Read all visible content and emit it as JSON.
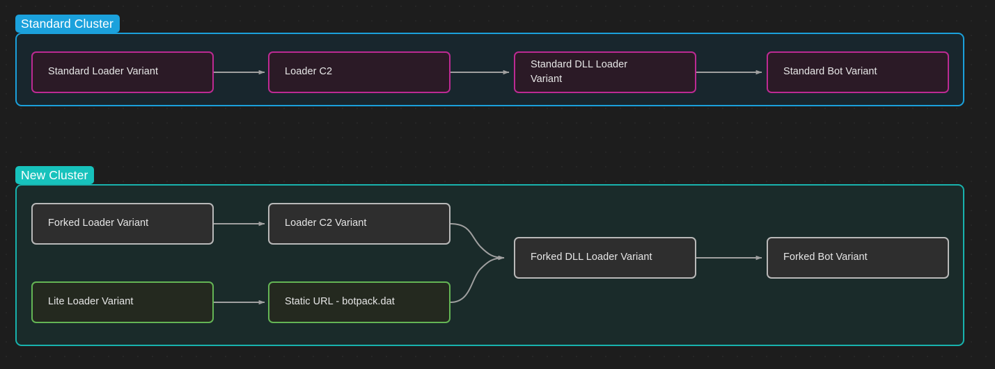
{
  "diagram": {
    "title": "Malware cluster relationship flow",
    "background_color": "#1d1d1d",
    "edge_color": "#a0a0a0"
  },
  "clusters": [
    {
      "id": "standard-cluster",
      "label": "Standard Cluster",
      "accent_color": "#1ba1dc",
      "fill_color": "#18262d"
    },
    {
      "id": "new-cluster",
      "label": "New Cluster",
      "accent_color": "#17c2bc",
      "fill_color": "#1a2b2a"
    }
  ],
  "nodes": [
    {
      "id": "standard-loader-variant",
      "label": "Standard Loader Variant",
      "style": "magenta",
      "cluster": "standard-cluster"
    },
    {
      "id": "loader-c2",
      "label": "Loader C2",
      "style": "magenta",
      "cluster": "standard-cluster"
    },
    {
      "id": "standard-dll-loader-variant",
      "label": "Standard DLL Loader Variant",
      "style": "magenta",
      "cluster": "standard-cluster"
    },
    {
      "id": "standard-bot-variant",
      "label": "Standard Bot Variant",
      "style": "magenta",
      "cluster": "standard-cluster"
    },
    {
      "id": "forked-loader-variant",
      "label": "Forked Loader Variant",
      "style": "grey",
      "cluster": "new-cluster"
    },
    {
      "id": "loader-c2-variant",
      "label": "Loader C2 Variant",
      "style": "grey",
      "cluster": "new-cluster"
    },
    {
      "id": "lite-loader-variant",
      "label": "Lite Loader Variant",
      "style": "green",
      "cluster": "new-cluster"
    },
    {
      "id": "static-url-botpack",
      "label": "Static URL - botpack.dat",
      "style": "green",
      "cluster": "new-cluster"
    },
    {
      "id": "forked-dll-loader-variant",
      "label": "Forked DLL Loader Variant",
      "style": "grey",
      "cluster": "new-cluster"
    },
    {
      "id": "forked-bot-variant",
      "label": "Forked Bot Variant",
      "style": "grey",
      "cluster": "new-cluster"
    }
  ],
  "edges": [
    {
      "from": "standard-loader-variant",
      "to": "loader-c2"
    },
    {
      "from": "loader-c2",
      "to": "standard-dll-loader-variant"
    },
    {
      "from": "standard-dll-loader-variant",
      "to": "standard-bot-variant"
    },
    {
      "from": "forked-loader-variant",
      "to": "loader-c2-variant"
    },
    {
      "from": "lite-loader-variant",
      "to": "static-url-botpack"
    },
    {
      "from": "loader-c2-variant",
      "to": "forked-dll-loader-variant"
    },
    {
      "from": "static-url-botpack",
      "to": "forked-dll-loader-variant"
    },
    {
      "from": "forked-dll-loader-variant",
      "to": "forked-bot-variant"
    }
  ]
}
